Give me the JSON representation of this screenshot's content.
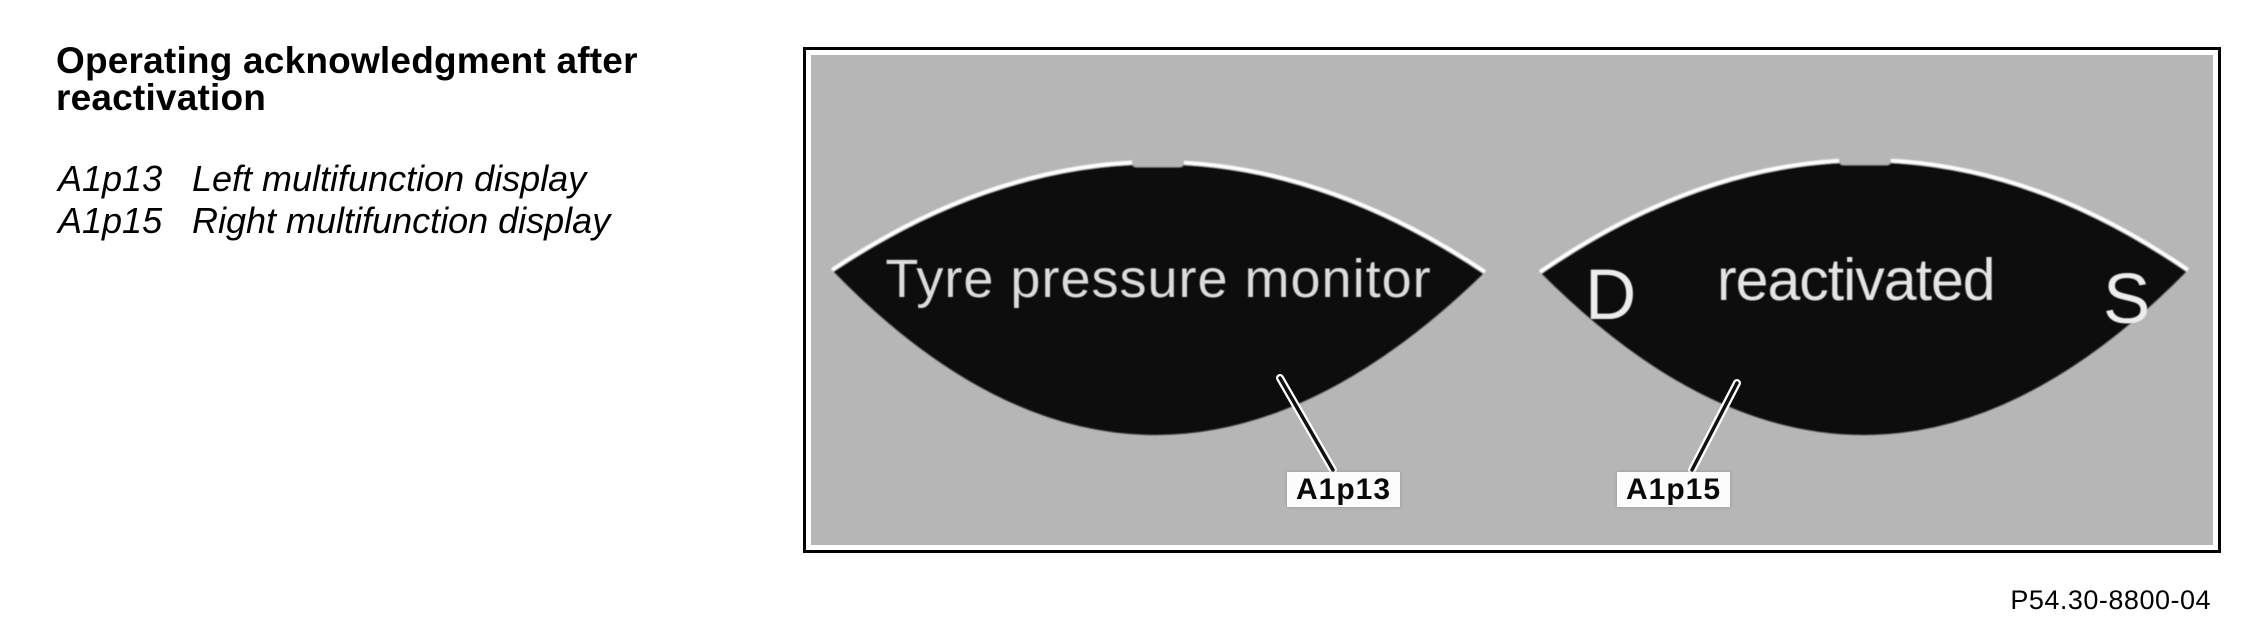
{
  "heading": {
    "line1": "Operating acknowledgment after",
    "line2": "reactivation"
  },
  "legend": {
    "items": [
      {
        "code": "A1p13",
        "desc": "Left multifunction display"
      },
      {
        "code": "A1p15",
        "desc": "Right multifunction display"
      }
    ]
  },
  "figure": {
    "left_display": {
      "text": "Tyre pressure monitor",
      "callout": "A1p13"
    },
    "right_display": {
      "left_symbol": "D",
      "text": "reactivated",
      "right_symbol": "S",
      "callout": "A1p15"
    },
    "reference": "P54.30-8800-04"
  },
  "colors": {
    "page_bg": "#ffffff",
    "figure_bg": "#b6b6b6",
    "lens_black": "#0a0a0a",
    "lens_outline": "#ffffff",
    "lens_text": "#dcdcdc",
    "text": "#000000"
  }
}
